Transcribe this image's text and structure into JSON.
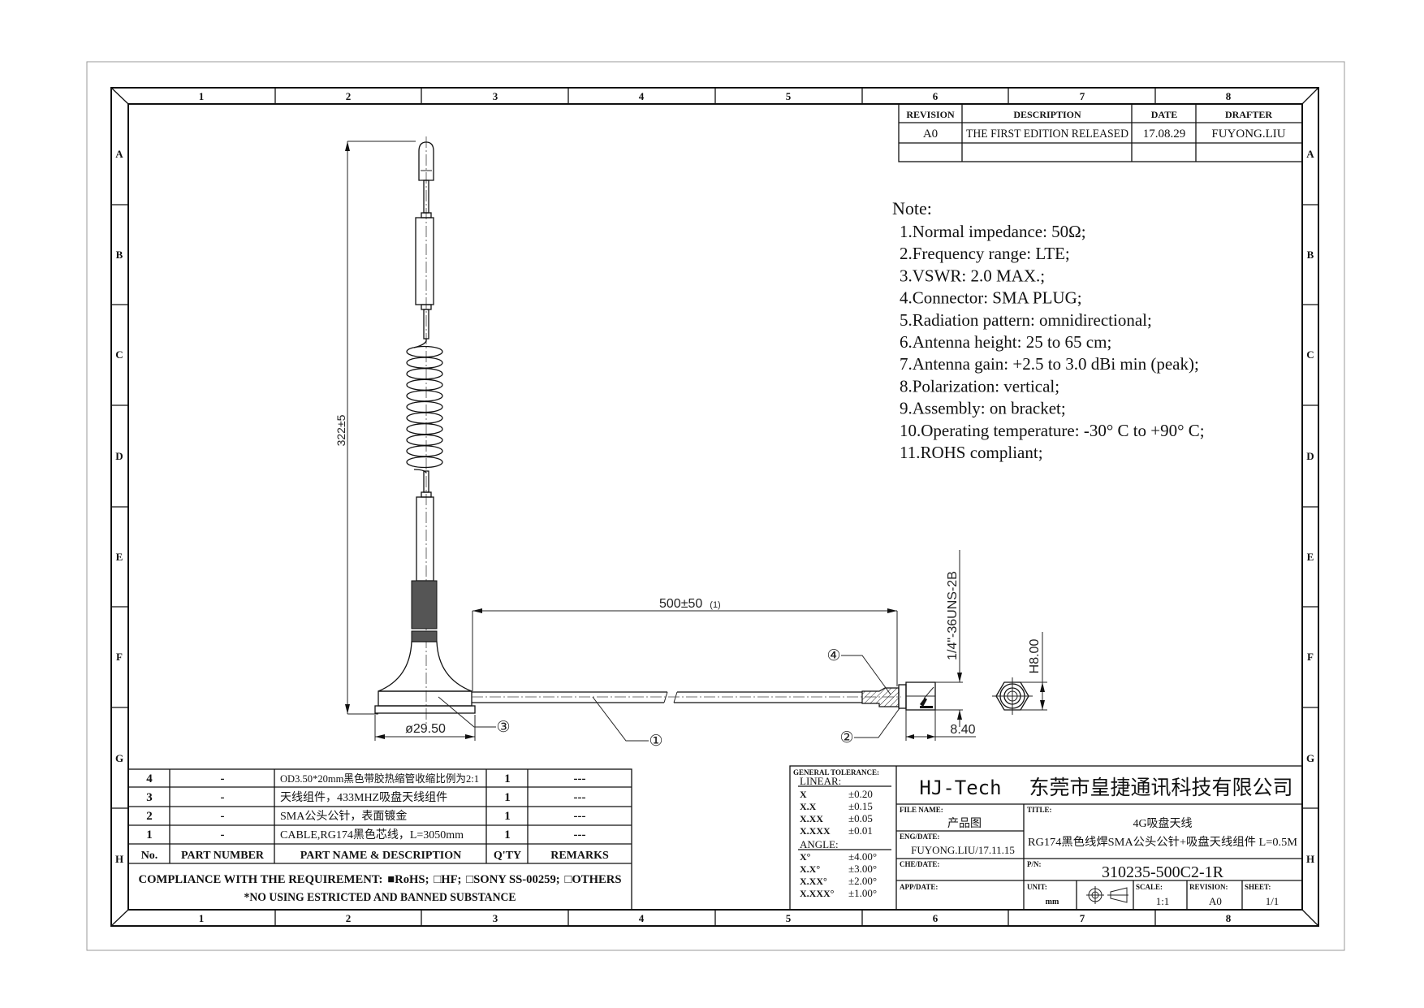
{
  "frame": {
    "columns": [
      "1",
      "2",
      "3",
      "4",
      "5",
      "6",
      "7",
      "8"
    ],
    "rows": [
      "A",
      "B",
      "C",
      "D",
      "E",
      "F",
      "G",
      "H"
    ]
  },
  "revision_table": {
    "headers": [
      "REVISION",
      "DESCRIPTION",
      "DATE",
      "DRAFTER"
    ],
    "rows": [
      [
        "A0",
        "THE FIRST EDITION RELEASED",
        "17.08.29",
        "FUYONG.LIU"
      ]
    ]
  },
  "notes": {
    "title": "Note:",
    "items": [
      "1.Normal impedance: 50Ω;",
      "2.Frequency range: LTE;",
      "3.VSWR: 2.0 MAX.;",
      "4.Connector: SMA PLUG;",
      "5.Radiation pattern: omnidirectional;",
      "6.Antenna height: 25 to 65 cm;",
      "7.Antenna gain: +2.5 to 3.0 dBi min (peak);",
      "8.Polarization: vertical;",
      "9.Assembly: on bracket;",
      "10.Operating temperature: -30° C to +90° C;",
      "11.ROHS compliant;"
    ]
  },
  "dimensions": {
    "height": "322±5",
    "cable_length": "500±50",
    "cable_length_ref": "(1)",
    "base_diameter": "ø29.50",
    "thread": "1/4\"-36UNS-2B",
    "connector_length": "8.40",
    "hex": "H8.00"
  },
  "balloons": [
    "①",
    "②",
    "③",
    "④"
  ],
  "bom": {
    "headers": [
      "No.",
      "PART NUMBER",
      "PART NAME & DESCRIPTION",
      "Q'TY",
      "REMARKS"
    ],
    "rows": [
      [
        "4",
        "-",
        "OD3.50*20mm黑色带胶热缩管收缩比例为2:1",
        "1",
        "---"
      ],
      [
        "3",
        "-",
        "天线组件，433MHZ吸盘天线组件",
        "1",
        "---"
      ],
      [
        "2",
        "-",
        "SMA公头公针，表面镀金",
        "1",
        "---"
      ],
      [
        "1",
        "-",
        "CABLE,RG174黑色芯线，L=3050mm",
        "1",
        "---"
      ]
    ],
    "compliance_label": "COMPLIANCE WITH THE REQUIREMENT:",
    "compliance_options": [
      {
        "label": "RoHS;",
        "checked": true
      },
      {
        "label": "HF;",
        "checked": false
      },
      {
        "label": "SONY SS-00259;",
        "checked": false
      },
      {
        "label": "OTHERS",
        "checked": false
      }
    ],
    "substance_note": "*NO USING ESTRICTED AND BANNED SUBSTANCE"
  },
  "title_block": {
    "tolerance_title": "GENERAL TOLERANCE:",
    "linear_label": "LINEAR:",
    "linear": [
      [
        "X",
        "±0.20"
      ],
      [
        "X.X",
        "±0.15"
      ],
      [
        "X.XX",
        "±0.05"
      ],
      [
        "X.XXX",
        "±0.01"
      ]
    ],
    "angle_label": "ANGLE:",
    "angle": [
      [
        "X°",
        "±4.00°"
      ],
      [
        "X.X°",
        "±3.00°"
      ],
      [
        "X.XX°",
        "±2.00°"
      ],
      [
        "X.XXX°",
        "±1.00°"
      ]
    ],
    "brand": "HJ-Tech",
    "company": "东莞市皇捷通讯科技有限公司",
    "file_name_label": "FILE NAME:",
    "file_name": "产品图",
    "eng_label": "ENG/DATE:",
    "eng": "FUYONG.LIU/17.11.15",
    "che_label": "CHE/DATE:",
    "app_label": "APP/DATE:",
    "title_label": "TITLE:",
    "title_line1": "4G吸盘天线",
    "title_line2": "RG174黑色线焊SMA公头公针+吸盘天线组件 L=0.5M",
    "pn_label": "P/N:",
    "pn": "310235-500C2-1R",
    "unit_label": "UNIT:",
    "unit": "mm",
    "scale_label": "SCALE:",
    "scale": "1:1",
    "revision_label": "REVISION:",
    "revision": "A0",
    "sheet_label": "SHEET:",
    "sheet": "1/1"
  }
}
